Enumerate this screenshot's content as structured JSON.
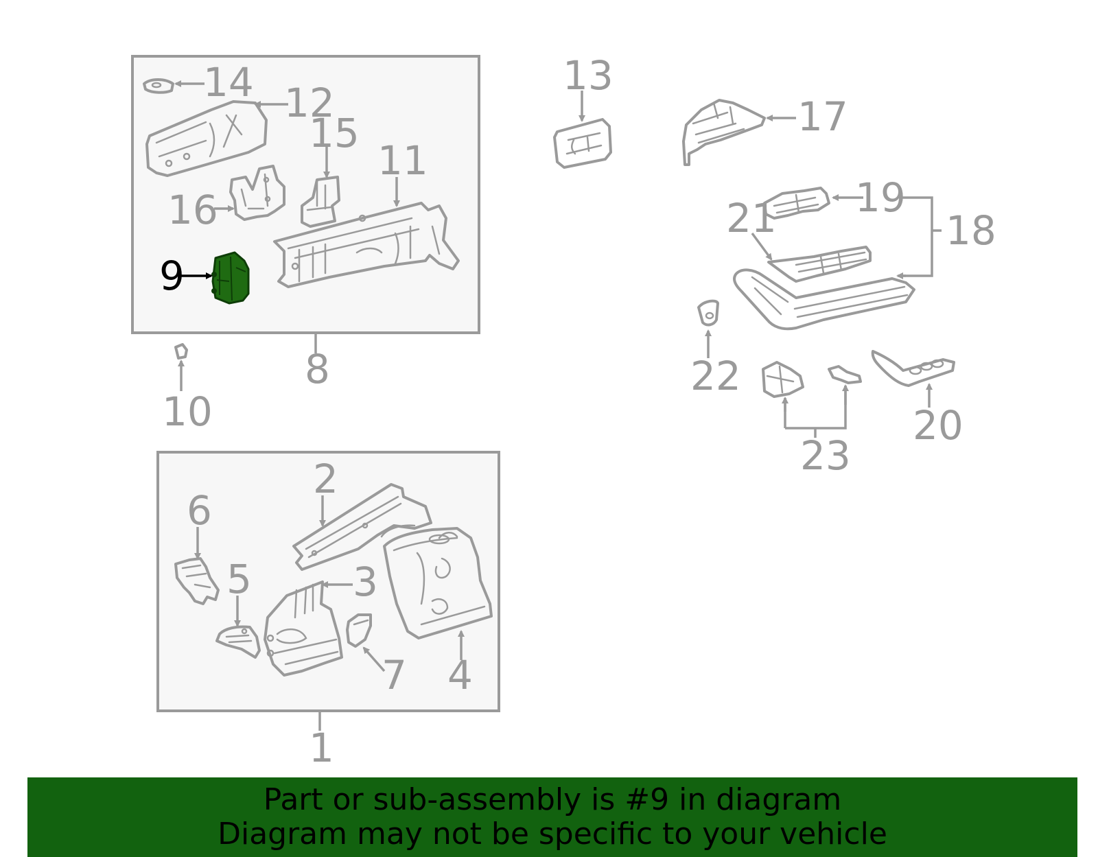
{
  "diagram": {
    "callouts": [
      {
        "id": "1",
        "label": "1",
        "highlight": false
      },
      {
        "id": "2",
        "label": "2",
        "highlight": false
      },
      {
        "id": "3",
        "label": "3",
        "highlight": false
      },
      {
        "id": "4",
        "label": "4",
        "highlight": false
      },
      {
        "id": "5",
        "label": "5",
        "highlight": false
      },
      {
        "id": "6",
        "label": "6",
        "highlight": false
      },
      {
        "id": "7",
        "label": "7",
        "highlight": false
      },
      {
        "id": "8",
        "label": "8",
        "highlight": false
      },
      {
        "id": "9",
        "label": "9",
        "highlight": true
      },
      {
        "id": "10",
        "label": "10",
        "highlight": false
      },
      {
        "id": "11",
        "label": "11",
        "highlight": false
      },
      {
        "id": "12",
        "label": "12",
        "highlight": false
      },
      {
        "id": "13",
        "label": "13",
        "highlight": false
      },
      {
        "id": "14",
        "label": "14",
        "highlight": false
      },
      {
        "id": "15",
        "label": "15",
        "highlight": false
      },
      {
        "id": "16",
        "label": "16",
        "highlight": false
      },
      {
        "id": "17",
        "label": "17",
        "highlight": false
      },
      {
        "id": "18",
        "label": "18",
        "highlight": false
      },
      {
        "id": "19",
        "label": "19",
        "highlight": false
      },
      {
        "id": "20",
        "label": "20",
        "highlight": false
      },
      {
        "id": "21",
        "label": "21",
        "highlight": false
      },
      {
        "id": "22",
        "label": "22",
        "highlight": false
      },
      {
        "id": "23",
        "label": "23",
        "highlight": false
      }
    ],
    "highlighted_part": "9",
    "colors": {
      "line": "#9a9a9a",
      "box_fill": "#f7f7f7",
      "highlight_part": "#1f6b12",
      "highlight_label": "#000000",
      "banner": "#12620f"
    }
  },
  "banner": {
    "line1": "Part or sub-assembly is #9 in diagram",
    "line2": "Diagram may not be specific to your vehicle"
  }
}
